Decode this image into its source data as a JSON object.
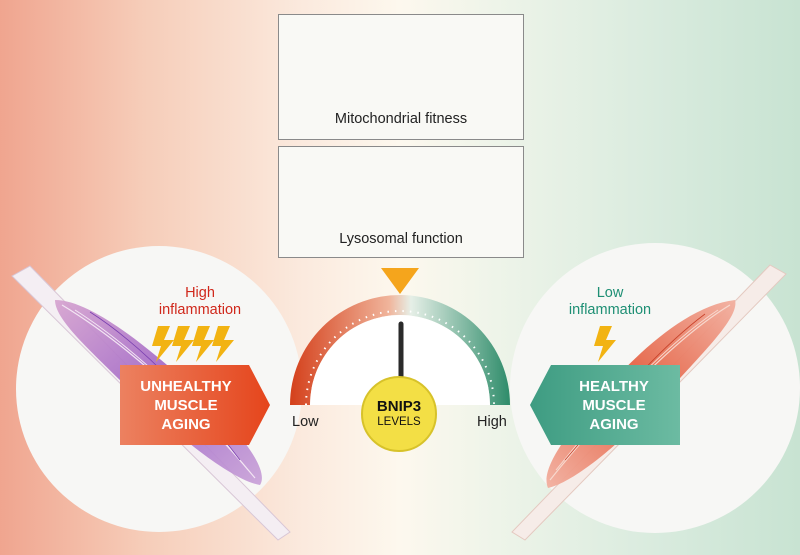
{
  "mitochondria": {
    "label": "Mitochondrial fitness"
  },
  "lysosome": {
    "label": "Lysosomal function"
  },
  "left": {
    "inflammation": "High\ninflammation",
    "tag": "UNHEALTHY\nMUSCLE\nAGING"
  },
  "right": {
    "inflammation": "Low\ninflammation",
    "tag": "HEALTHY\nMUSCLE\nAGING"
  },
  "gauge": {
    "title": "BNIP3",
    "subtitle": "LEVELS",
    "low": "Low",
    "high": "High"
  },
  "icons": [
    "healthy-mitochondrion-icon",
    "damaged-mitochondrion-icon",
    "fragmented-mitochondrion-icon",
    "lysosome-icon",
    "lightning-icon",
    "muscle-icon",
    "pointer-triangle-icon"
  ],
  "colors": {
    "unhealthy": "#e5451c",
    "healthy": "#3e9c82",
    "high_inflammation": "#d0281b",
    "low_inflammation": "#1e8f74",
    "bnip3": "#f3df45",
    "lightning": "#f2b312"
  }
}
